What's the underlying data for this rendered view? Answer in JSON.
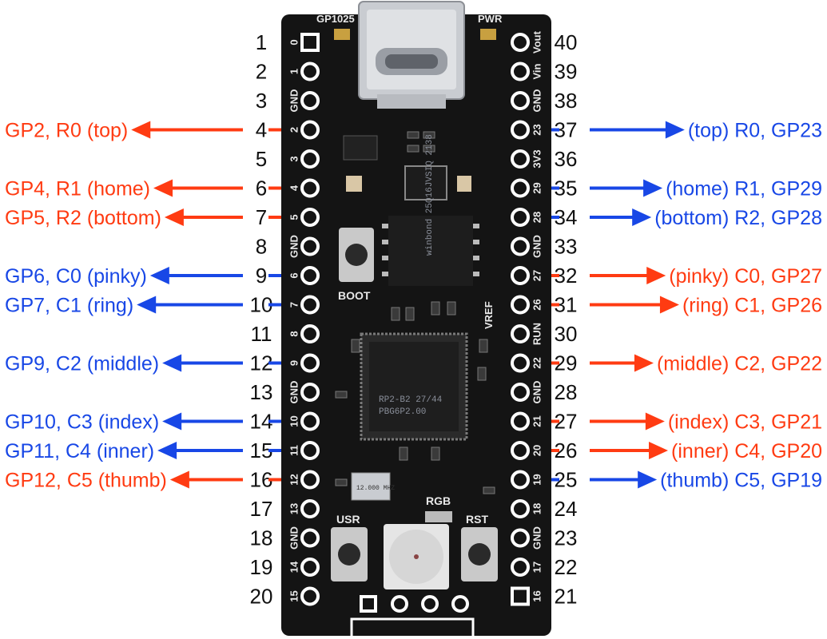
{
  "colors": {
    "red": "#ff3b12",
    "blue": "#1847e6",
    "board": "#141414",
    "pin": "#ffffff"
  },
  "board": {
    "led_gp25": "GP1025",
    "led_pwr": "PWR",
    "btn_boot": "BOOT",
    "btn_usr": "USR",
    "btn_rst": "RST",
    "rgb": "RGB",
    "chip_line1": "RP2-B2  27/44",
    "chip_line2": "PBG6P2.00",
    "crystal": "12.000 MHZ",
    "flash": "winbond 25Q16JVSIQ 2138",
    "vreg": "VREF"
  },
  "left_pins": [
    {
      "num": "1",
      "silk": "0"
    },
    {
      "num": "2",
      "silk": "1"
    },
    {
      "num": "3",
      "silk": "GND"
    },
    {
      "num": "4",
      "silk": "2"
    },
    {
      "num": "5",
      "silk": "3"
    },
    {
      "num": "6",
      "silk": "4"
    },
    {
      "num": "7",
      "silk": "5"
    },
    {
      "num": "8",
      "silk": "GND"
    },
    {
      "num": "9",
      "silk": "6"
    },
    {
      "num": "10",
      "silk": "7"
    },
    {
      "num": "11",
      "silk": "8"
    },
    {
      "num": "12",
      "silk": "9"
    },
    {
      "num": "13",
      "silk": "GND"
    },
    {
      "num": "14",
      "silk": "10"
    },
    {
      "num": "15",
      "silk": "11"
    },
    {
      "num": "16",
      "silk": "12"
    },
    {
      "num": "17",
      "silk": "13"
    },
    {
      "num": "18",
      "silk": "GND"
    },
    {
      "num": "19",
      "silk": "14"
    },
    {
      "num": "20",
      "silk": "15"
    }
  ],
  "right_pins": [
    {
      "num": "40",
      "silk": "Vout"
    },
    {
      "num": "39",
      "silk": "Vin"
    },
    {
      "num": "38",
      "silk": "GND"
    },
    {
      "num": "37",
      "silk": "23"
    },
    {
      "num": "36",
      "silk": "3V3"
    },
    {
      "num": "35",
      "silk": "29"
    },
    {
      "num": "34",
      "silk": "28"
    },
    {
      "num": "33",
      "silk": "GND"
    },
    {
      "num": "32",
      "silk": "27"
    },
    {
      "num": "31",
      "silk": "26"
    },
    {
      "num": "30",
      "silk": "RUN"
    },
    {
      "num": "29",
      "silk": "22"
    },
    {
      "num": "28",
      "silk": "GND"
    },
    {
      "num": "27",
      "silk": "21"
    },
    {
      "num": "26",
      "silk": "20"
    },
    {
      "num": "25",
      "silk": "19"
    },
    {
      "num": "24",
      "silk": "18"
    },
    {
      "num": "23",
      "silk": "GND"
    },
    {
      "num": "22",
      "silk": "17"
    },
    {
      "num": "21",
      "silk": "16"
    }
  ],
  "left_labels": [
    {
      "row": 4,
      "text": "GP2, R0 (top)",
      "color": "red"
    },
    {
      "row": 6,
      "text": "GP4, R1 (home)",
      "color": "red"
    },
    {
      "row": 7,
      "text": "GP5, R2 (bottom)",
      "color": "red"
    },
    {
      "row": 9,
      "text": "GP6, C0 (pinky)",
      "color": "blue"
    },
    {
      "row": 10,
      "text": "GP7, C1 (ring)",
      "color": "blue"
    },
    {
      "row": 12,
      "text": "GP9, C2 (middle)",
      "color": "blue"
    },
    {
      "row": 14,
      "text": "GP10, C3 (index)",
      "color": "blue"
    },
    {
      "row": 15,
      "text": "GP11, C4 (inner)",
      "color": "blue"
    },
    {
      "row": 16,
      "text": "GP12, C5 (thumb)",
      "color": "red"
    }
  ],
  "right_labels": [
    {
      "row": 4,
      "text": "(top) R0, GP23",
      "color": "blue"
    },
    {
      "row": 6,
      "text": "(home) R1, GP29",
      "color": "blue"
    },
    {
      "row": 7,
      "text": "(bottom) R2, GP28",
      "color": "blue"
    },
    {
      "row": 9,
      "text": "(pinky) C0, GP27",
      "color": "red"
    },
    {
      "row": 10,
      "text": "(ring) C1, GP26",
      "color": "red"
    },
    {
      "row": 12,
      "text": "(middle) C2, GP22",
      "color": "red"
    },
    {
      "row": 14,
      "text": "(index) C3, GP21",
      "color": "red"
    },
    {
      "row": 15,
      "text": "(inner) C4, GP20",
      "color": "red"
    },
    {
      "row": 16,
      "text": "(thumb) C5, GP19",
      "color": "blue"
    }
  ]
}
